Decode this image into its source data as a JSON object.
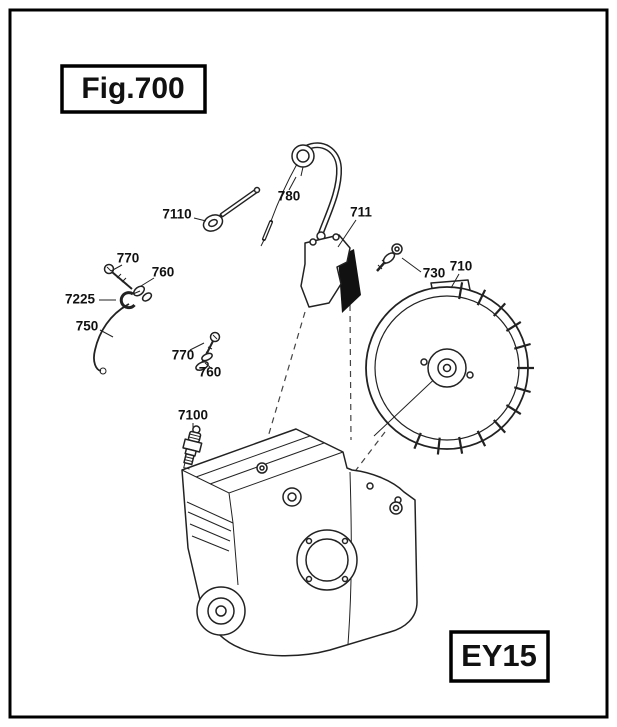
{
  "figure": {
    "title": "Fig.700",
    "model_code": "EY15"
  },
  "part_labels": {
    "p780": "780",
    "p7110": "7110",
    "p711": "711",
    "p730": "730",
    "p710": "710",
    "p770a": "770",
    "p760a": "760",
    "p7225": "7225",
    "p750": "750",
    "p770b": "770",
    "p760b": "760",
    "p7100": "7100"
  }
}
